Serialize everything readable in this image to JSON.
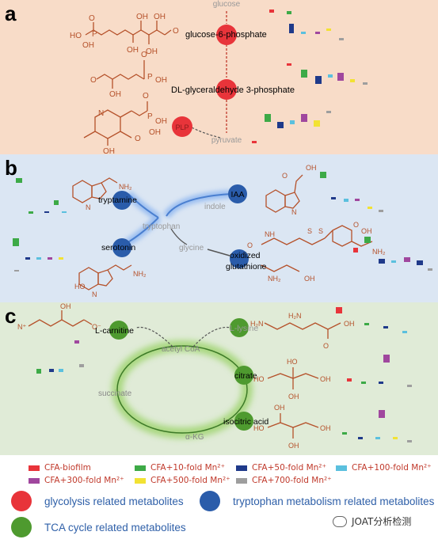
{
  "panels": {
    "a": {
      "letter": "a",
      "nodes": {
        "glucose": "glucose",
        "g6p": "glucose-6-phosphate",
        "g3p": "DL-glyceraldehyde 3-phosphate",
        "pyruvate": "pyruvate",
        "plp": "PLP"
      }
    },
    "b": {
      "letter": "b",
      "nodes": {
        "tryptamine": "tryptamine",
        "indole": "indole",
        "iaa": "IAA",
        "tryptophan": "tryptophan",
        "serotonin": "serotonin",
        "glycine": "glycine",
        "ox_line1": "oxidized",
        "ox_line2": "glutathione"
      }
    },
    "c": {
      "letter": "c",
      "nodes": {
        "lcarnitine": "L-carnitine",
        "lysine": "L-lysine",
        "acetylcoa": "acetyl CoA",
        "citrate": "citrate",
        "succinate": "succinate",
        "isocitric": "isocitric acid",
        "akg": "α-KG"
      }
    }
  },
  "legend": {
    "groups": [
      {
        "label": "CFA-biofilm",
        "color": "#e8343a"
      },
      {
        "label": "CFA+10-fold Mn²⁺",
        "color": "#3daa47"
      },
      {
        "label": "CFA+50-fold Mn²⁺",
        "color": "#1f3a8a"
      },
      {
        "label": "CFA+100-fold Mn²⁺",
        "color": "#5bc0de"
      },
      {
        "label": "CFA+300-fold Mn²⁺",
        "color": "#a0479e"
      },
      {
        "label": "CFA+500-fold Mn²⁺",
        "color": "#f2e233"
      },
      {
        "label": "CFA+700-fold Mn²⁺",
        "color": "#9e9e9e"
      }
    ],
    "categories": [
      {
        "label": "glycolysis related metabolites",
        "color": "#e8343a"
      },
      {
        "label": "tryptophan metabolism related metabolites",
        "color": "#2a5caa"
      },
      {
        "label": "TCA cycle related metabolites",
        "color": "#4e9a2f"
      }
    ]
  },
  "watermark": "JOAT分析检测",
  "colors": {
    "red_node": "#e8343a",
    "blue_node": "#2a5caa",
    "green_node": "#4e9a2f",
    "structure": "#b5512a"
  }
}
